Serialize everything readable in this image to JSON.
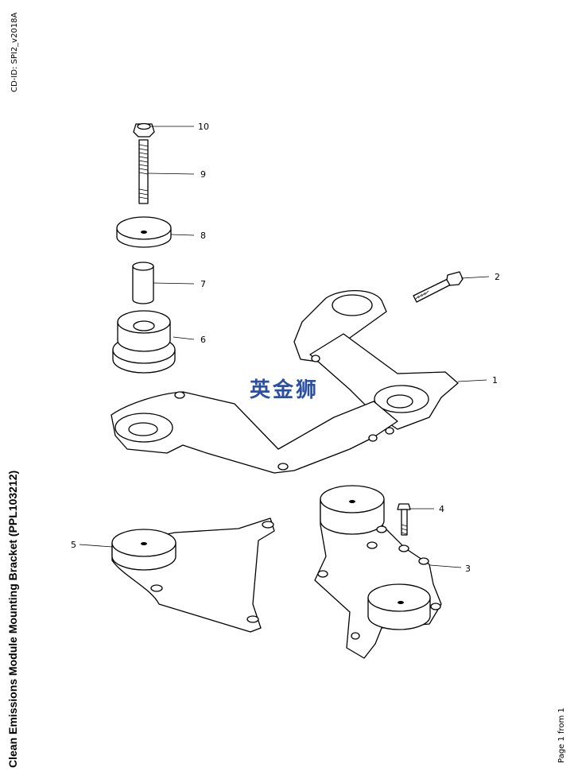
{
  "header": {
    "cd_id": "CD-ID: SPI2_v2018A"
  },
  "title": "Clean Emissions Module Mounting Bracket (PPL103212)",
  "footer": {
    "page": "Page 1 from 1"
  },
  "watermark": "英金狮",
  "callouts": {
    "c1": "1",
    "c2": "2",
    "c3": "3",
    "c4": "4",
    "c5": "5",
    "c6": "6",
    "c7": "7",
    "c8": "8",
    "c9": "9",
    "c10": "10"
  }
}
